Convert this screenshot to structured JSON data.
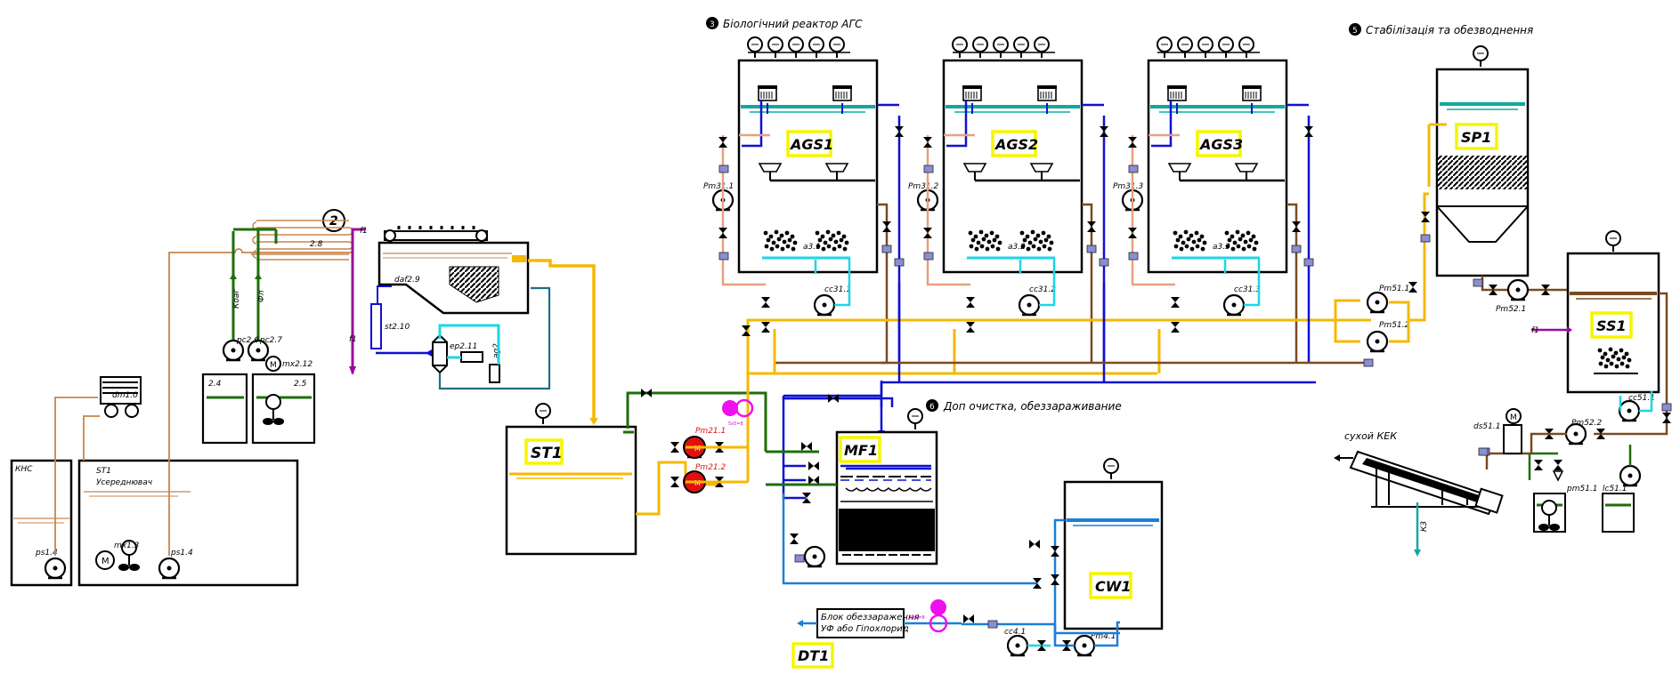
{
  "sections": {
    "s2": {
      "num": "2"
    },
    "s3": {
      "num": "3",
      "title": "Біологічний реактор АГС"
    },
    "s5": {
      "num": "5",
      "title": "Стабілізація та обезводнення"
    },
    "s6": {
      "num": "6",
      "title": "Доп очистка, обеззараживание"
    }
  },
  "tanks": {
    "kns": "КНС",
    "st1_ravg": "ST1",
    "st1_ravg_sub": "Усереднювач",
    "st1": "ST1",
    "ags1": "AGS1",
    "ags2": "AGS2",
    "ags3": "AGS3",
    "sp1": "SP1",
    "ss1": "SS1",
    "mf1": "MF1",
    "cw1": "CW1",
    "dt1": "DT1"
  },
  "labels": {
    "dm1": "dm1.0",
    "ps1_4a": "ps1.4",
    "mx1_3": "mx1.3",
    "ps1_4b": "ps1.4",
    "koag": "Коаг",
    "fl": "Фл",
    "r2_6": "pc2.6",
    "r2_7": "pc2.7",
    "mx2_12": "mx2.12",
    "t2_4": "2.4",
    "t2_5": "2.5",
    "hx2_8": "2.8",
    "f1a": "f1",
    "f1b": "f1",
    "f1c": "f1",
    "daf": "daf2.9",
    "st2_10": "st2.10",
    "ep2_11": "ep2.11",
    "ag2": "ag2",
    "pm21_1": "Pm21.1",
    "pm21_2": "Pm21.2",
    "pm31_1": "Pm31.1",
    "pm31_2": "Pm31.2",
    "pm31_3": "Pm31.3",
    "a3_1": "a3.1",
    "a3_2": "a3.2",
    "a3_3": "a3.3",
    "cc31_1": "cc31.1",
    "cc31_2": "cc31.2",
    "cc31_3": "cc31.3",
    "pm51_1": "Pm51.1",
    "pm51_2": "Pm51.2",
    "pm52_1": "Pm52.1",
    "pm52_2": "Pm52.2",
    "cc51": "cc51.1",
    "ds51": "ds51.1",
    "pm51_3": "pm51.1",
    "lc51": "lc51.1",
    "dry_cake": "сухой КЕК",
    "k3": "К3",
    "cc4_1": "cc4.1",
    "pm4_1": "Pm4.1",
    "uv_line1": "Блок обеззараження",
    "uv_line2": "УФ або Гіпохлорид"
  },
  "colors": {
    "yellow": "#f5b800",
    "blue": "#1010d0",
    "green": "#1e6e0a",
    "brown": "#7a4a20",
    "tan": "#c8854f",
    "teal": "#11a89f",
    "cyan": "#1cd6e6",
    "purple": "#9c0a9c",
    "red": "#e01010",
    "magenta": "#ee10ee",
    "sky": "#1a7fd8",
    "darkteal": "#1f6f80"
  },
  "icons": [
    "pump-icon",
    "valve-icon",
    "gauge-icon",
    "mixer-icon",
    "blower-icon",
    "filter-press-icon",
    "heat-exchanger-icon"
  ]
}
